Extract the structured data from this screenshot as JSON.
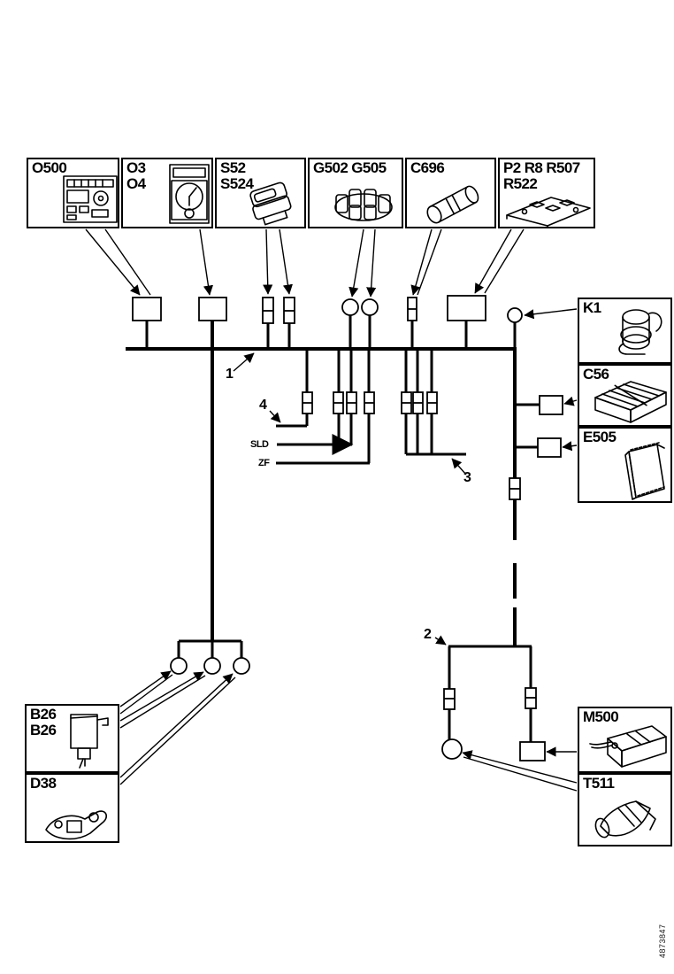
{
  "colors": {
    "line": "#000000",
    "background": "#ffffff"
  },
  "part_number": "4873847",
  "callouts": {
    "one": "1",
    "two": "2",
    "three": "3",
    "four": "4"
  },
  "wire_labels": {
    "sld": "SLD",
    "zf": "ZF"
  },
  "components": {
    "o500": {
      "line1": "O500"
    },
    "o3o4": {
      "line1": "O3",
      "line2": "O4"
    },
    "s52": {
      "line1": "S52",
      "line2": "S524"
    },
    "g502": {
      "line1": "G502 G505"
    },
    "c696": {
      "line1": "C696"
    },
    "p2": {
      "line1": "P2 R8 R507",
      "line2": "R522"
    },
    "k1": {
      "line1": "K1"
    },
    "c56": {
      "line1": "C56"
    },
    "e505": {
      "line1": "E505"
    },
    "b26": {
      "line1": "B26",
      "line2": "B26"
    },
    "d38": {
      "line1": "D38"
    },
    "m500": {
      "line1": "M500"
    },
    "t511": {
      "line1": "T511"
    }
  }
}
